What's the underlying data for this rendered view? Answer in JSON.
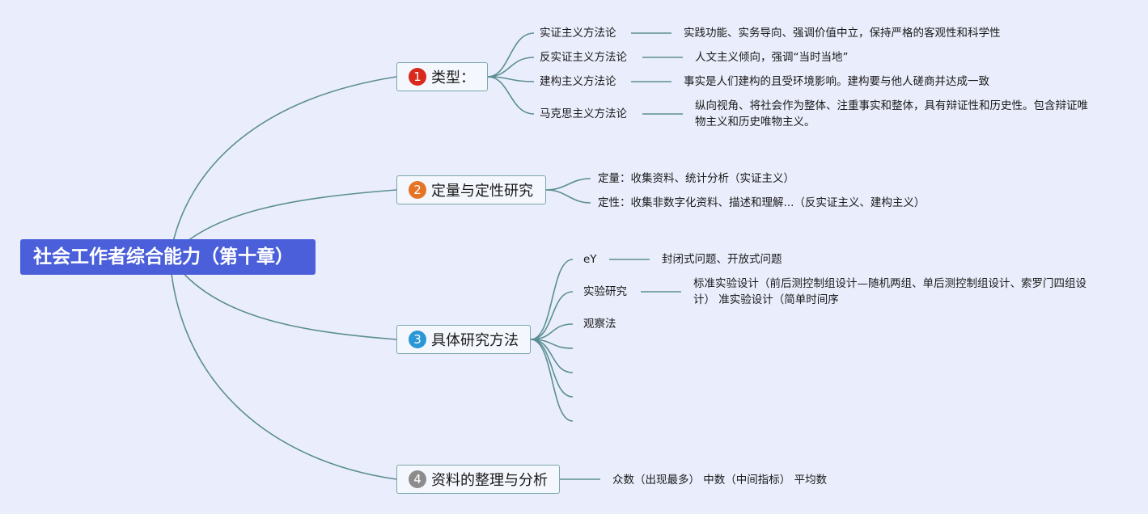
{
  "root": {
    "title": "社会工作者综合能力（第十章）"
  },
  "colors": {
    "background": "#eaeefc",
    "root": "#4a5fd9",
    "connector": "#5b8e92",
    "badge1": "#d9291c",
    "badge2": "#e57525",
    "badge3": "#2a97d6",
    "badge4": "#8c8c8c"
  },
  "branches": [
    {
      "number": "1",
      "label": "类型：",
      "children": [
        {
          "label": "实证主义方法论",
          "detail": "实践功能、实务导向、强调价值中立，保持严格的客观性和科学性"
        },
        {
          "label": "反实证主义方法论",
          "detail": "人文主义倾向，强调“当时当地”"
        },
        {
          "label": "建构主义方法论",
          "detail": "事实是人们建构的且受环境影响。建构要与他人磋商并达成一致"
        },
        {
          "label": "马克思主义方法论",
          "detail": "纵向视角、将社会作为整体、注重事实和整体，具有辩证性和历史性。包含辩证唯物主义和历史唯物主义。"
        }
      ]
    },
    {
      "number": "2",
      "label": "定量与定性研究",
      "children": [
        {
          "label": "定量：收集资料、统计分析（实证主义）"
        },
        {
          "label": "定性：收集非数字化资料、描述和理解...（反实证主义、建构主义）"
        }
      ]
    },
    {
      "number": "3",
      "label": "具体研究方法",
      "children": [
        {
          "label": "eY",
          "detail": "封闭式问题、开放式问题"
        },
        {
          "label": "实验研究",
          "detail": "标准实验设计（前后测控制组设计—随机两组、单后测控制组设计、索罗门四组设计） 准实验设计（简单时间序"
        },
        {
          "label": "观察法"
        },
        {
          "label": ""
        },
        {
          "label": ""
        },
        {
          "label": ""
        },
        {
          "label": ""
        }
      ]
    },
    {
      "number": "4",
      "label": "资料的整理与分析",
      "children": [
        {
          "label": "众数（出现最多） 中数（中间指标） 平均数"
        }
      ]
    }
  ]
}
